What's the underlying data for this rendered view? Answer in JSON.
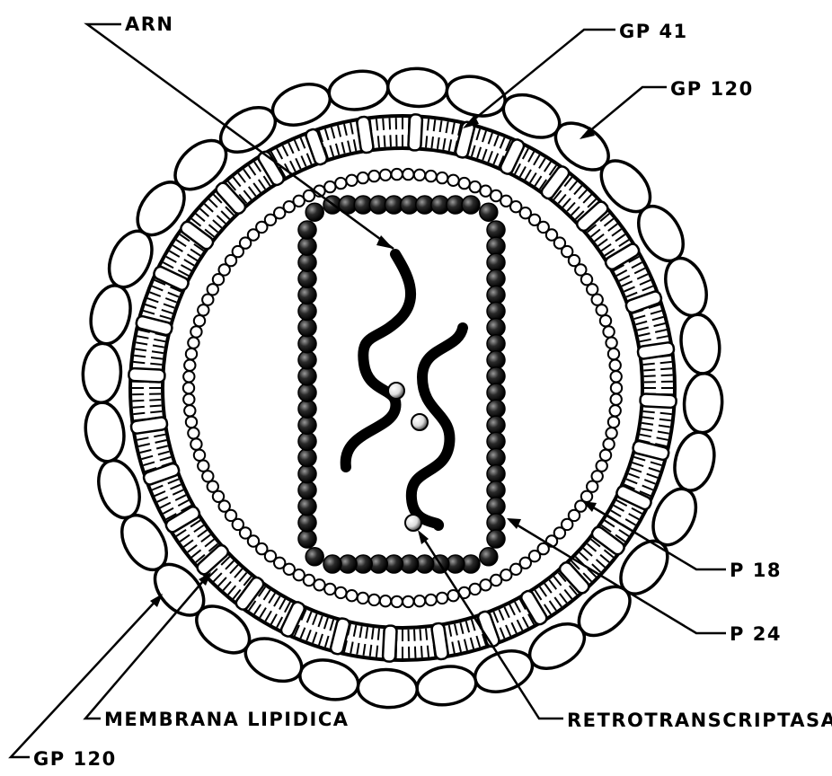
{
  "labels": {
    "arn": "ARN",
    "gp41": "GP 41",
    "gp120_top": "GP 120",
    "p18": "P 18",
    "p24": "P 24",
    "retrotranscriptasa": "RETROTRANSCRIPTASA",
    "membrana_lipidica": "MEMBRANA LIPIDICA",
    "gp120_bottom": "GP 120"
  }
}
